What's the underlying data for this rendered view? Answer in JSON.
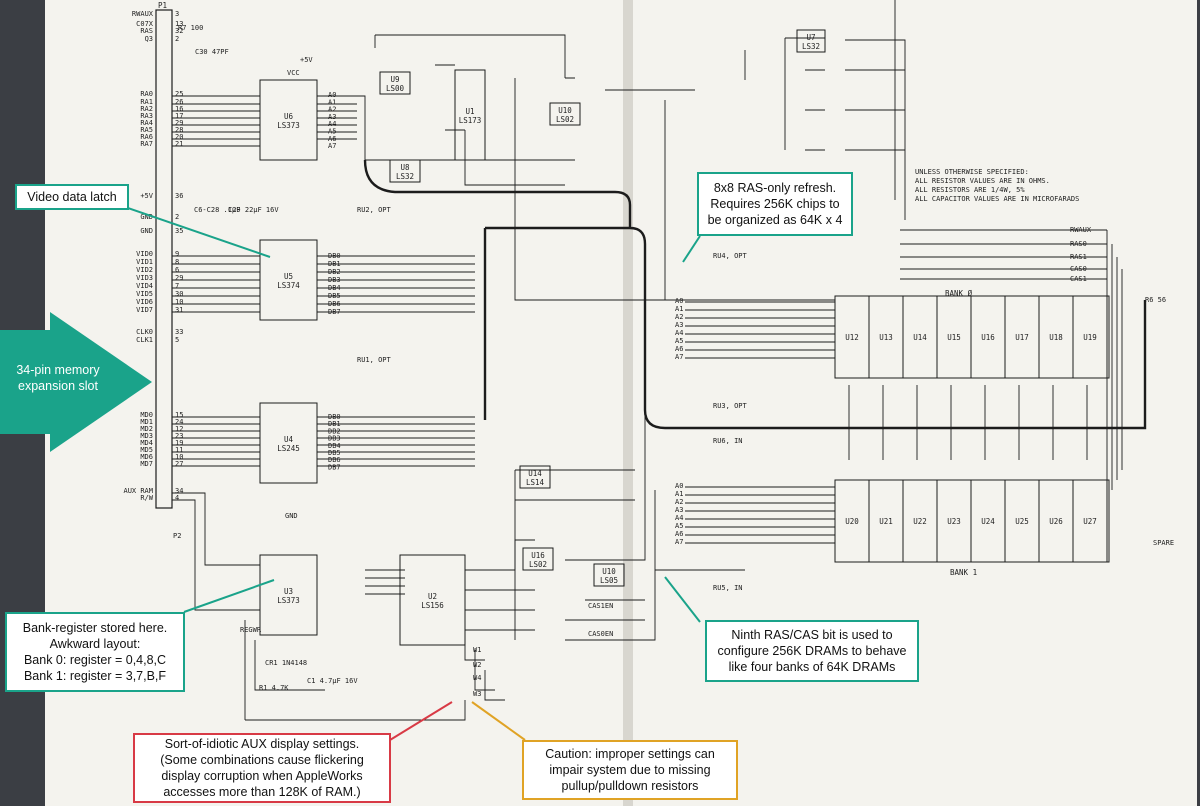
{
  "callouts": {
    "video_latch": {
      "lines": [
        "Video data latch"
      ]
    },
    "ras_refresh": {
      "lines": [
        "8x8 RAS-only refresh.",
        "Requires 256K chips to",
        "be organized as 64K x 4"
      ]
    },
    "memory_slot": {
      "lines": [
        "34-pin memory",
        "expansion slot"
      ]
    },
    "bank_register": {
      "lines": [
        "Bank-register stored here.",
        "Awkward layout:",
        "Bank 0: register = 0,4,8,C",
        "Bank 1: register = 3,7,B,F"
      ]
    },
    "ninth_bit": {
      "lines": [
        "Ninth RAS/CAS bit is used to",
        "configure 256K DRAMs to behave",
        "like four banks of 64K DRAMs"
      ]
    },
    "aux_display": {
      "lines": [
        "Sort-of-idiotic AUX display settings.",
        "(Some combinations cause flickering",
        "display corruption when AppleWorks",
        "accesses more than 128K of RAM.)"
      ]
    },
    "caution": {
      "lines": [
        "Caution: improper settings can",
        "impair system due to missing",
        "pullup/pulldown resistors"
      ]
    }
  },
  "schematic": {
    "connector_label": "P1",
    "slot_pins": [
      {
        "label": "RWAUX",
        "pin": "3"
      },
      {
        "label": "C07X",
        "pin": "13"
      },
      {
        "label": "RAS",
        "pin": "32"
      },
      {
        "label": "Q3",
        "pin": "2"
      },
      {
        "label": "RA0",
        "pin": "25"
      },
      {
        "label": "RA1",
        "pin": "26"
      },
      {
        "label": "RA2",
        "pin": "16"
      },
      {
        "label": "RA3",
        "pin": "17"
      },
      {
        "label": "RA4",
        "pin": "29"
      },
      {
        "label": "RA5",
        "pin": "28"
      },
      {
        "label": "RA6",
        "pin": "20"
      },
      {
        "label": "RA7",
        "pin": "21"
      },
      {
        "label": "+5V",
        "pin": "36"
      },
      {
        "label": "GND",
        "pin": "2"
      },
      {
        "label": "GND",
        "pin": "35"
      },
      {
        "label": "VID0",
        "pin": "9"
      },
      {
        "label": "VID1",
        "pin": "8"
      },
      {
        "label": "VID2",
        "pin": "6"
      },
      {
        "label": "VID3",
        "pin": "29"
      },
      {
        "label": "VID4",
        "pin": "7"
      },
      {
        "label": "VID5",
        "pin": "30"
      },
      {
        "label": "VID6",
        "pin": "10"
      },
      {
        "label": "VID7",
        "pin": "31"
      },
      {
        "label": "CLK0",
        "pin": "33"
      },
      {
        "label": "CLK1",
        "pin": "5"
      },
      {
        "label": "MD0",
        "pin": "15"
      },
      {
        "label": "MD1",
        "pin": "24"
      },
      {
        "label": "MD2",
        "pin": "12"
      },
      {
        "label": "MD3",
        "pin": "23"
      },
      {
        "label": "MD4",
        "pin": "19"
      },
      {
        "label": "MD5",
        "pin": "11"
      },
      {
        "label": "MD6",
        "pin": "10"
      },
      {
        "label": "MD7",
        "pin": "27"
      },
      {
        "label": "AUX RAM",
        "pin": "34"
      },
      {
        "label": "R/W",
        "pin": "4"
      }
    ],
    "chips": [
      {
        "ref": "U6",
        "part": "LS373"
      },
      {
        "ref": "U5",
        "part": "LS374"
      },
      {
        "ref": "U4",
        "part": "LS245"
      },
      {
        "ref": "U3",
        "part": "LS373"
      },
      {
        "ref": "U2",
        "part": "LS156"
      },
      {
        "ref": "U1",
        "part": "LS173"
      },
      {
        "ref": "U9",
        "part": "LS00"
      },
      {
        "ref": "U8",
        "part": "LS32"
      },
      {
        "ref": "U10",
        "part": "LS02"
      },
      {
        "ref": "U7",
        "part": "LS32"
      },
      {
        "ref": "U16",
        "part": "LS02"
      },
      {
        "ref": "U14",
        "part": "LS14"
      },
      {
        "ref": "U10",
        "part": "LS05"
      }
    ],
    "address_outputs": [
      "A0",
      "A1",
      "A2",
      "A3",
      "A4",
      "A5",
      "A6",
      "A7"
    ],
    "data_outputs": [
      "DB0",
      "DB1",
      "DB2",
      "DB3",
      "DB4",
      "DB5",
      "DB6",
      "DB7"
    ],
    "bank0": {
      "label": "BANK Ø",
      "chips": [
        "U12",
        "U13",
        "U14",
        "U15",
        "U16",
        "U17",
        "U18",
        "U19"
      ]
    },
    "bank1": {
      "label": "BANK 1",
      "chips": [
        "U20",
        "U21",
        "U22",
        "U23",
        "U24",
        "U25",
        "U26",
        "U27"
      ]
    },
    "resistor_packs": [
      "RU2, OPT",
      "RU1, OPT",
      "RU4, OPT",
      "RU3, OPT",
      "RU6, IN",
      "RU5, IN"
    ],
    "notes": [
      "UNLESS OTHERWISE SPECIFIED:",
      "ALL RESISTOR VALUES ARE IN OHMS.",
      "ALL RESISTORS ARE 1/4W, 5%",
      "ALL CAPACITOR VALUES ARE IN MICROFARADS"
    ],
    "bus_lines": [
      "RWAUX",
      "RAS0",
      "RAS1",
      "CAS0",
      "CAS1"
    ],
    "misc": [
      "P2",
      "SPARE",
      "CR1 1N4148",
      "R1 4.7K",
      "C1 4.7µF 16V",
      "C30 47PF",
      "R7 100",
      "C6-C28 .1µF",
      "C29 22µF 16V",
      "R6 56",
      "+5V",
      "VCC",
      "GND",
      "CAS1EN",
      "CAS0EN",
      "REGWR",
      "W1",
      "W2",
      "W3",
      "W4"
    ]
  },
  "colors": {
    "teal": "#1aa38a",
    "red": "#d83a45",
    "gold": "#e0a325",
    "paper": "#f4f3ee",
    "ink": "#1c1c1c"
  }
}
